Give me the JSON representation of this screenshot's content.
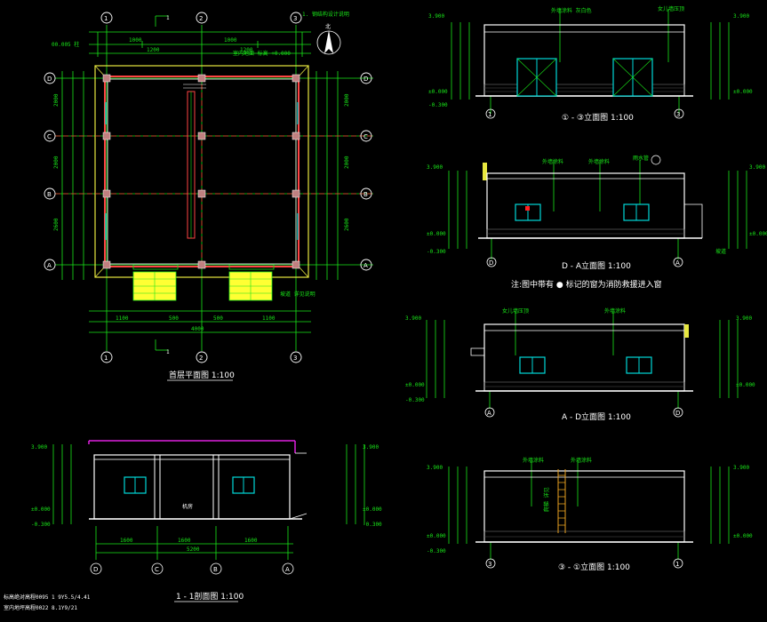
{
  "drawing": {
    "colors": {
      "background": "#000000",
      "dimension": "#19e619",
      "wall": "#ffffff",
      "axis": "#ff3333",
      "parapet": "#e8e840",
      "window": "#00d8d8",
      "section_roof": "#e020e0",
      "column": "#c08080"
    },
    "icons": [
      "north-arrow-icon",
      "axis-bubble-icon",
      "window-icon",
      "door-icon",
      "stair-icon",
      "ladder-icon"
    ],
    "plan": {
      "title": "首层平面图 1:100",
      "top_axes": [
        "1",
        "2",
        "3"
      ],
      "bottom_axes": [
        "1",
        "2",
        "3"
      ],
      "left_axes": [
        "D",
        "C",
        "B",
        "A"
      ],
      "right_axes": [
        "D",
        "C",
        "B",
        "A"
      ],
      "section_mark": "1",
      "overall_dim": "4000",
      "north_label": "北"
    },
    "elevations": [
      {
        "title": "① - ③立面图 1:100",
        "left_axis": "1",
        "right_axis": "3",
        "window_type": "door"
      },
      {
        "title": "D - A立面图 1:100",
        "left_axis": "D",
        "right_axis": "A",
        "window_type": "window"
      },
      {
        "title": "A - D立面图 1:100",
        "left_axis": "A",
        "right_axis": "D",
        "window_type": "window"
      },
      {
        "title": "③ - ①立面图 1:100",
        "left_axis": "3",
        "right_axis": "1",
        "window_type": "ladder"
      }
    ],
    "note": "注:图中带有 ● 标记的窗为消防救援进入窗",
    "section": {
      "title": "1 - 1剖面图 1:100",
      "axes": [
        "D",
        "C",
        "B",
        "A"
      ],
      "room_label": "机房"
    },
    "stamps": [
      "标高绝对高程0095 1 9Y5.5/4.41",
      "室内地坪高程0022 8.1Y9/21"
    ]
  }
}
